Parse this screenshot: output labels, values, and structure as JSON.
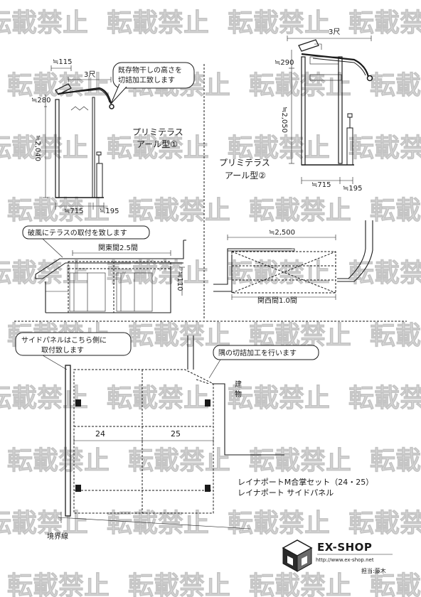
{
  "watermark": {
    "text": "転載禁止"
  },
  "top_left": {
    "callout": [
      "既存物干しの高さを",
      "切詰加工致します"
    ],
    "dim_top_width": "≒115",
    "dim_span": "3尺",
    "dim_rise": "≒280",
    "dim_height": "≒2,040",
    "dim_depth": "≒715",
    "dim_post": "≒195",
    "product": [
      "プリミテラス",
      "アール型①"
    ]
  },
  "top_right": {
    "dim_span": "3尺",
    "dim_rise": "≒290",
    "dim_height": "≒2,050",
    "dim_depth": "≒715",
    "dim_post": "≒195",
    "product": [
      "プリミテラス",
      "アール型②"
    ]
  },
  "mid_left": {
    "callout": "破風にテラスの取付を致します",
    "dim_width": "関東間2.5間",
    "dim_height": "≒110"
  },
  "mid_right": {
    "dim_width": "≒2,500",
    "dim_bottom": "関西間1.0間"
  },
  "bottom": {
    "callout_left": [
      "サイドパネルはこちら側に",
      "取付致します"
    ],
    "callout_right": "隅の切詰加工を行います",
    "building": [
      "建",
      "物"
    ],
    "bay1": "24",
    "bay2": "25",
    "product": [
      "レイナポートM合掌セット（24・25）",
      "レイナポート サイドパネル"
    ],
    "boundary": "境界線"
  },
  "logo": {
    "name": "EX-SHOP",
    "url": "http://www.ex-shop.net",
    "staff": "担当:藤木"
  }
}
